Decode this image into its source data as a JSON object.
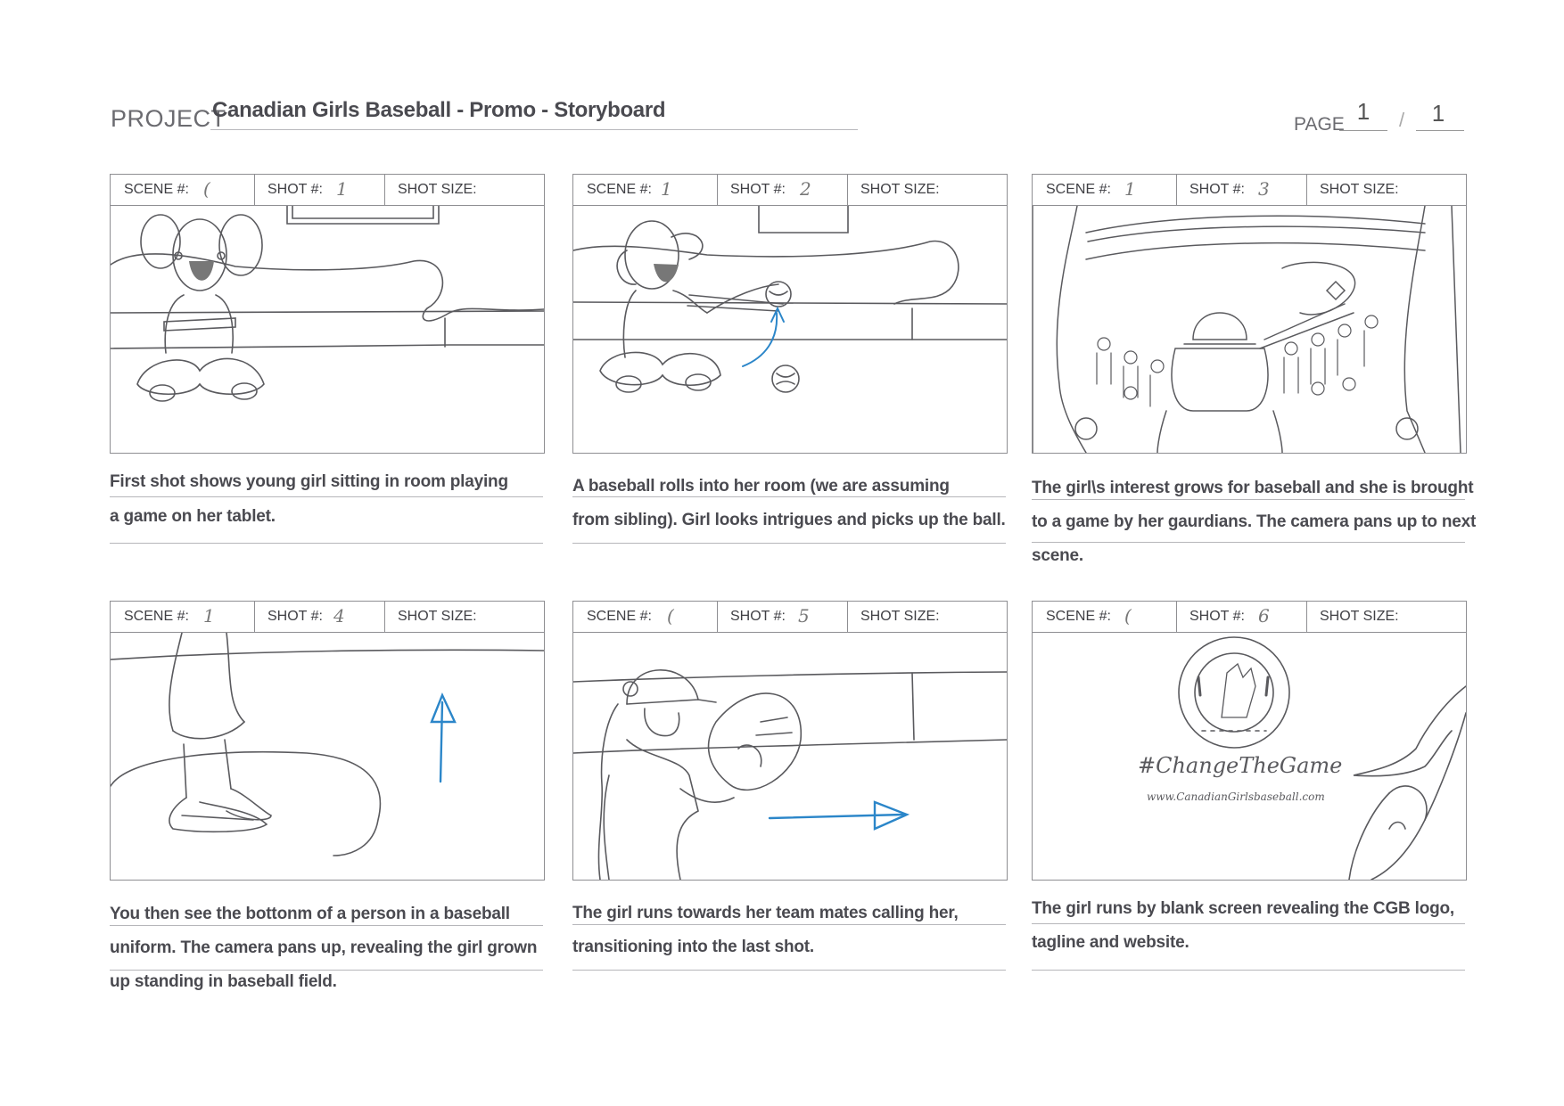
{
  "header": {
    "project_label": "PROJECT",
    "project_title": "Canadian Girls Baseball - Promo - Storyboard",
    "page_label": "PAGE",
    "page_current": "1",
    "page_separator": "/",
    "page_total": "1"
  },
  "labels": {
    "scene": "SCENE #:",
    "shot": "SHOT #:",
    "shot_size": "SHOT SIZE:"
  },
  "panels": [
    {
      "scene": "(",
      "shot": "1",
      "description": [
        " First shot shows young girl sitting in room playing",
        "a game on her tablet."
      ]
    },
    {
      "scene": "1",
      "shot": "2",
      "description": [
        "A baseball rolls into her room (we are assuming",
        "from sibling). Girl looks intrigues and picks up the ball."
      ]
    },
    {
      "scene": "1",
      "shot": "3",
      "description": [
        "The girl\\s interest grows for baseball and she is brought",
        "to a game by her gaurdians. The camera pans up to next",
        "scene."
      ]
    },
    {
      "scene": "1",
      "shot": "4",
      "description": [
        "You then see the bottonm of a person in a baseball",
        "uniform. The camera pans up, revealing the girl grown",
        "up standing in baseball field."
      ]
    },
    {
      "scene": "(",
      "shot": "5",
      "description": [
        "The girl runs towards her team mates calling her,",
        " transitioning into the last shot."
      ]
    },
    {
      "scene": "(",
      "shot": "6",
      "description": [
        "The girl runs by blank screen revealing the CGB logo,",
        "tagline and website."
      ]
    }
  ],
  "sketch6": {
    "tagline": "#ChangeTheGame",
    "website": "www.CanadianGirlsbaseball.com"
  },
  "colors": {
    "pencil": "#5a5a5e",
    "arrow": "#2b86c9",
    "frame": "#8e8e92"
  }
}
